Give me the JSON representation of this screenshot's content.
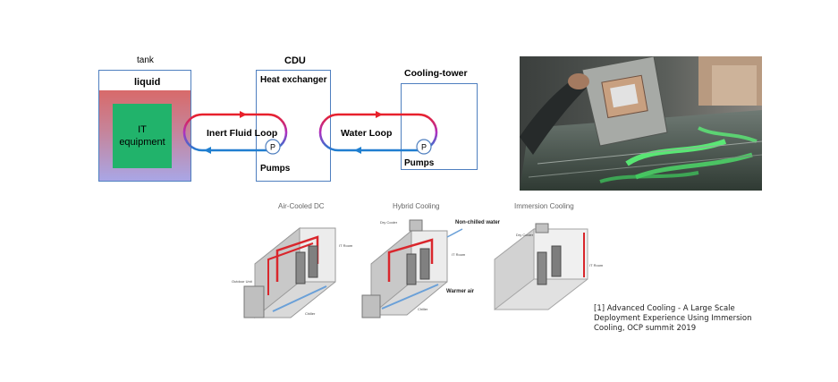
{
  "flow_diagram": {
    "tank": {
      "title": "tank",
      "liquid_label": "liquid",
      "it_label": "IT equipment"
    },
    "cdu": {
      "title": "CDU",
      "heat_exchanger_label": "Heat exchanger",
      "pumps_label": "Pumps",
      "pump_symbol": "P"
    },
    "cooling_tower": {
      "title": "Cooling-tower",
      "pumps_label": "Pumps",
      "pump_symbol": "P"
    },
    "loops": {
      "inert": "Inert Fluid Loop",
      "water": "Water Loop"
    },
    "colors": {
      "hot": "#e8202a",
      "cold": "#1f7fd0",
      "loop_mid": "#b030c0",
      "box_border": "#4f7fbf",
      "it_green": "#21b36b"
    }
  },
  "photo": {
    "description_icon": "immersion-tank-photo"
  },
  "cooling_types": [
    {
      "title": "Air-Cooled DC",
      "labels": [
        "Outdoor Unit",
        "IT Room",
        "Chiller"
      ]
    },
    {
      "title": "Hybrid Cooling",
      "labels": [
        "Dry Cooler",
        "Non-chilled water",
        "IT Room",
        "Warmer air",
        "Chiller"
      ]
    },
    {
      "title": "Immersion Cooling",
      "labels": [
        "Dry Cooler",
        "IT Room"
      ]
    }
  ],
  "reference": {
    "lines": [
      "[1] Advanced Cooling - A Large Scale",
      "Deployment Experience Using Immersion",
      "Cooling, OCP summit 2019"
    ]
  }
}
